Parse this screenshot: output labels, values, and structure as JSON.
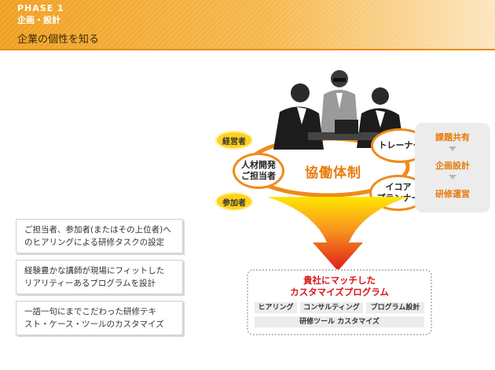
{
  "header": {
    "phase": "PHASE 1",
    "phase_sub": "企画・設計",
    "title": "企業の個性を知る"
  },
  "info_boxes": [
    {
      "line1": "ご担当者、参加者(またはその上位者)へ",
      "line2": "のヒアリングによる研修タスクの設定"
    },
    {
      "line1": "経験豊かな講師が現場にフィットした",
      "line2": "リアリティーあるプログラムを設計"
    },
    {
      "line1": "一語一句にまでこだわった研修テキ",
      "line2": "スト・ケース・ツールのカスタマイズ"
    }
  ],
  "diagram": {
    "keieisha": "経営者",
    "sankasha": "参加者",
    "jinzai_l1": "人材開発",
    "jinzai_l2": "ご担当者",
    "center": "協働体制",
    "trainer": "トレーナー",
    "planner_l1": "イコア",
    "planner_l2": "プランナー"
  },
  "process": [
    "課題共有",
    "企画設計",
    "研修運営"
  ],
  "result": {
    "title_l1": "貴社にマッチした",
    "title_l2": "カスタマイズプログラム",
    "tags": [
      "ヒアリング",
      "コンサルティング",
      "プログラム設計",
      "研修ツール カスタマイズ"
    ]
  },
  "colors": {
    "accent": "#f08a18",
    "yellow": "#ffd21f",
    "red": "#d81818"
  }
}
